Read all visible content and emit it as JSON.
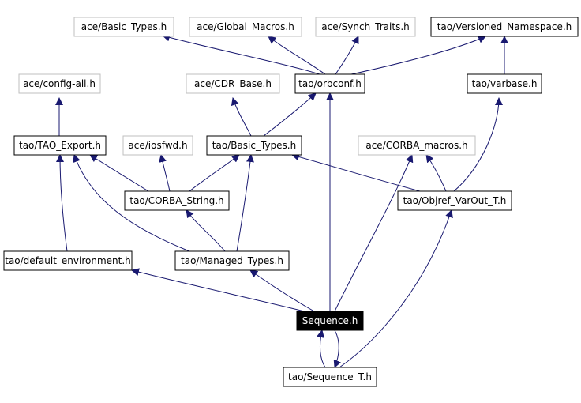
{
  "diagram": {
    "colors": {
      "edge": "#191970",
      "node_border": "#000000",
      "external_border": "#bfbfbf",
      "focus_fill": "#000000",
      "focus_text": "#ffffff"
    },
    "nodes": [
      {
        "id": "ace_basic_types",
        "label": "ace/Basic_Types.h",
        "kind": "external"
      },
      {
        "id": "ace_global_macros",
        "label": "ace/Global_Macros.h",
        "kind": "external"
      },
      {
        "id": "ace_synch_traits",
        "label": "ace/Synch_Traits.h",
        "kind": "external"
      },
      {
        "id": "tao_versioned_namespace",
        "label": "tao/Versioned_Namespace.h",
        "kind": "header"
      },
      {
        "id": "ace_config_all",
        "label": "ace/config-all.h",
        "kind": "external"
      },
      {
        "id": "ace_cdr_base",
        "label": "ace/CDR_Base.h",
        "kind": "external"
      },
      {
        "id": "tao_orbconf",
        "label": "tao/orbconf.h",
        "kind": "header"
      },
      {
        "id": "tao_varbase",
        "label": "tao/varbase.h",
        "kind": "header"
      },
      {
        "id": "tao_tao_export",
        "label": "tao/TAO_Export.h",
        "kind": "header"
      },
      {
        "id": "ace_iosfwd",
        "label": "ace/iosfwd.h",
        "kind": "external"
      },
      {
        "id": "tao_basic_types",
        "label": "tao/Basic_Types.h",
        "kind": "header"
      },
      {
        "id": "ace_corba_macros",
        "label": "ace/CORBA_macros.h",
        "kind": "external"
      },
      {
        "id": "tao_corba_string",
        "label": "tao/CORBA_String.h",
        "kind": "header"
      },
      {
        "id": "tao_objref_varout_t",
        "label": "tao/Objref_VarOut_T.h",
        "kind": "header"
      },
      {
        "id": "tao_default_environment",
        "label": "tao/default_environment.h",
        "kind": "header"
      },
      {
        "id": "tao_managed_types",
        "label": "tao/Managed_Types.h",
        "kind": "header"
      },
      {
        "id": "sequence",
        "label": "Sequence.h",
        "kind": "focus"
      },
      {
        "id": "tao_sequence_t",
        "label": "tao/Sequence_T.h",
        "kind": "header"
      }
    ]
  }
}
